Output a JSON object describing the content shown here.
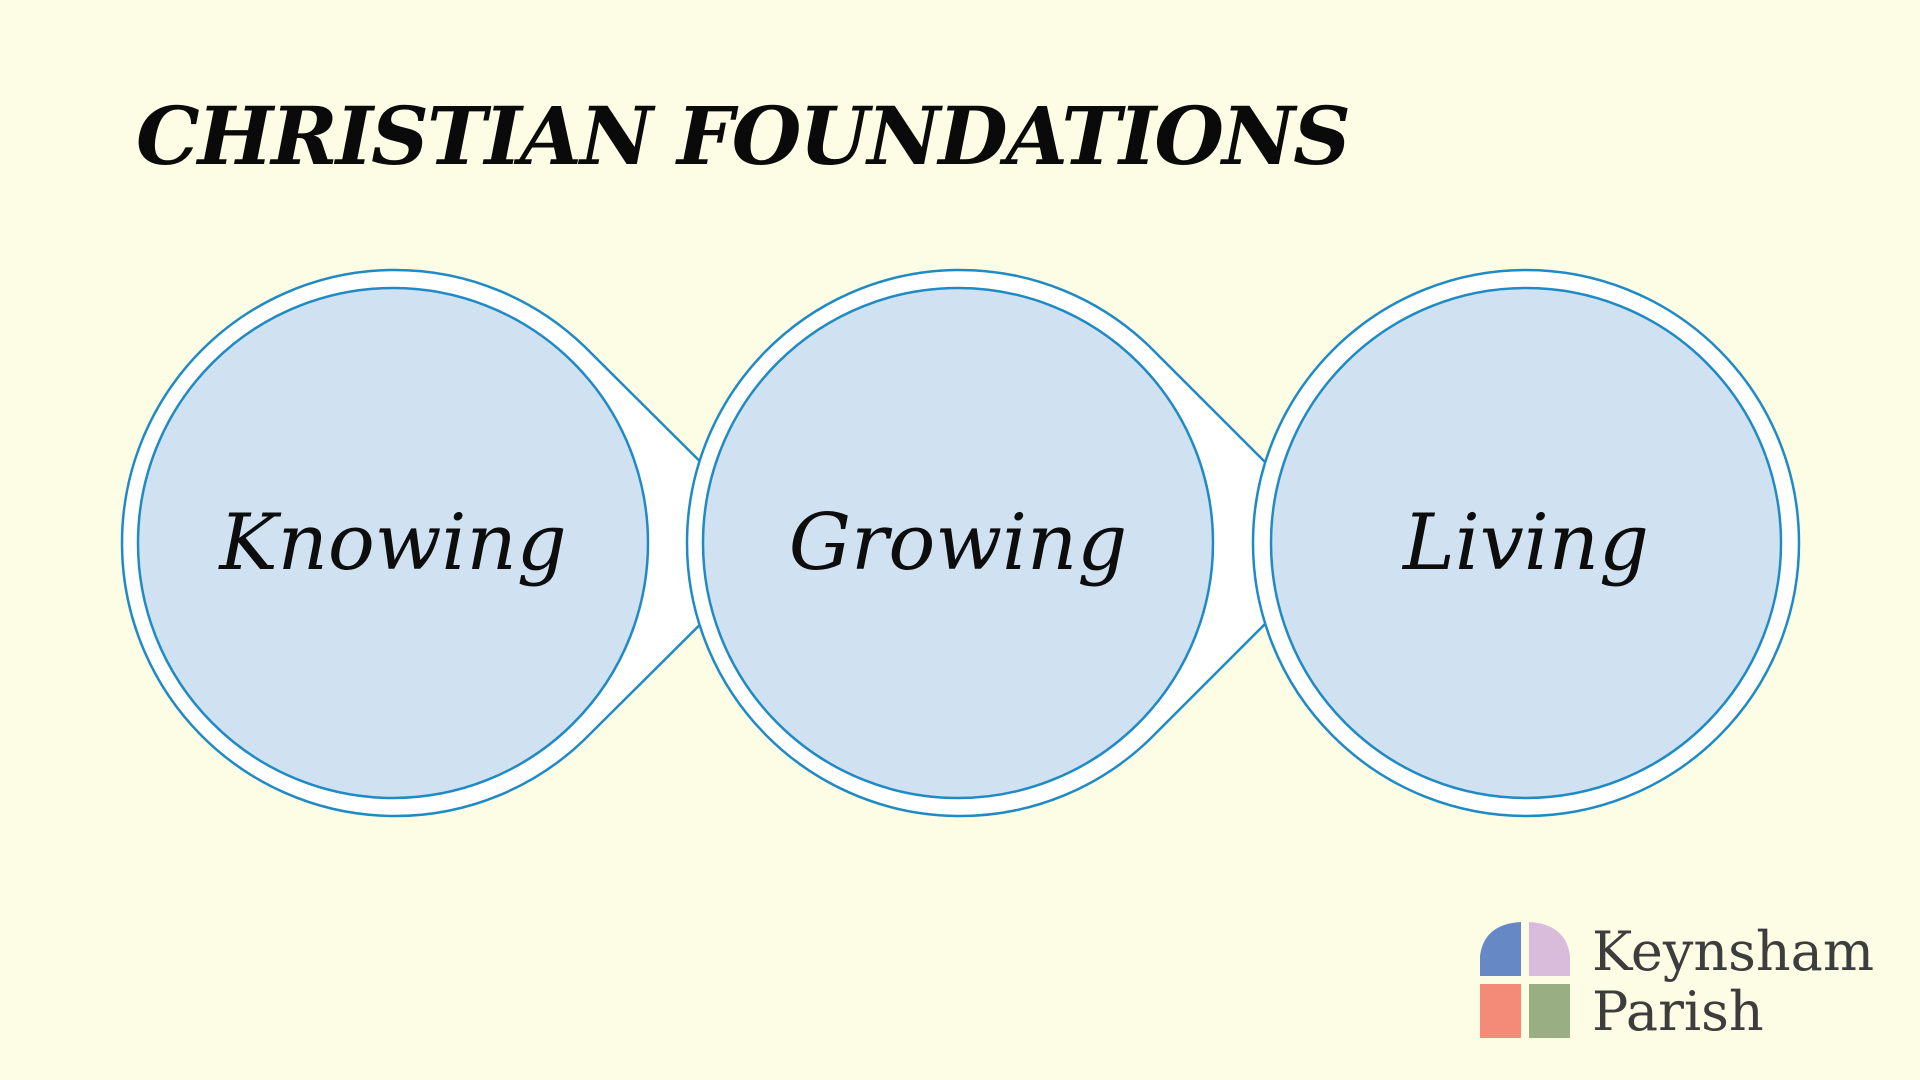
{
  "title": "CHRISTIAN FOUNDATIONS",
  "steps": [
    {
      "label": "Knowing"
    },
    {
      "label": "Growing"
    },
    {
      "label": "Living"
    }
  ],
  "logo": {
    "line1": "Keynsham",
    "line2": "Parish",
    "tile_colors": [
      "#6688c4",
      "#d9bcdb",
      "#f48a78",
      "#9aae84"
    ]
  },
  "colors": {
    "background": "#fdfde6",
    "circle_fill": "#d0e2f1",
    "circle_stroke": "#1f8ac4",
    "title_text": "#0a0a0a",
    "logo_text": "#3d3d3d"
  }
}
